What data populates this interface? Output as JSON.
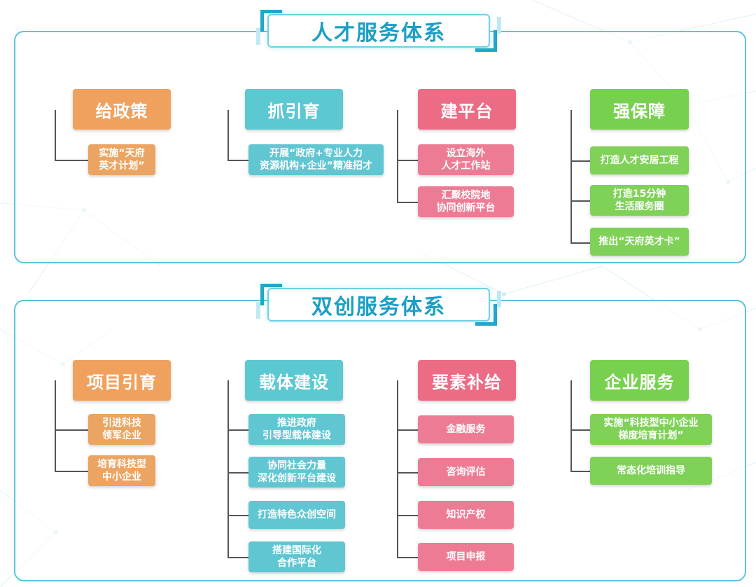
{
  "sections": [
    {
      "title": "人才服务体系",
      "columns": [
        {
          "head": "给政策",
          "color": "#f0a15e",
          "items": [
            "实施“天府\n英才计划”"
          ]
        },
        {
          "head": "抓引育",
          "color": "#5bc8d2",
          "items": [
            "开展“政府+专业人力\n资源机构+企业”精准招才"
          ]
        },
        {
          "head": "建平台",
          "color": "#ec6b85",
          "items": [
            "设立海外\n人才工作站",
            "汇聚校院地\n协同创新平台"
          ]
        },
        {
          "head": "强保障",
          "color": "#78d04f",
          "items": [
            "打造人才安居工程",
            "打造15分钟\n生活服务圈",
            "推出“天府英才卡”"
          ]
        }
      ]
    },
    {
      "title": "双创服务体系",
      "columns": [
        {
          "head": "项目引育",
          "color": "#f0a15e",
          "items": [
            "引进科技\n领军企业",
            "培育科技型\n中小企业"
          ]
        },
        {
          "head": "载体建设",
          "color": "#5bc8d2",
          "items": [
            "推进政府\n引导型载体建设",
            "协同社会力量\n深化创新平台建设",
            "打造特色众创空间",
            "搭建国际化\n合作平台"
          ]
        },
        {
          "head": "要素补给",
          "color": "#ec6b85",
          "items": [
            "金融服务",
            "咨询评估",
            "知识产权",
            "项目申报"
          ]
        },
        {
          "head": "企业服务",
          "color": "#78d04f",
          "items": [
            "实施“科技型中小企业\n梯度培育计划”",
            "常态化培训指导"
          ]
        }
      ]
    }
  ]
}
